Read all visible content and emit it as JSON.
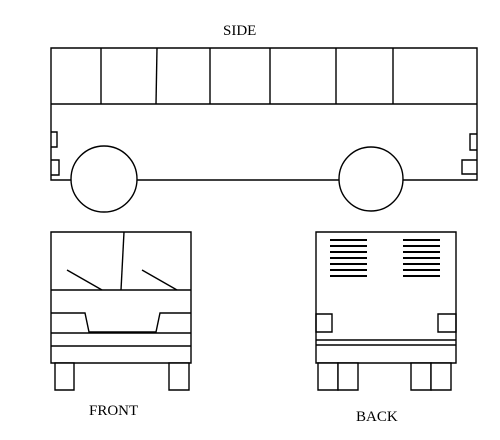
{
  "labels": {
    "side": "SIDE",
    "front": "FRONT",
    "back": "BACK"
  }
}
